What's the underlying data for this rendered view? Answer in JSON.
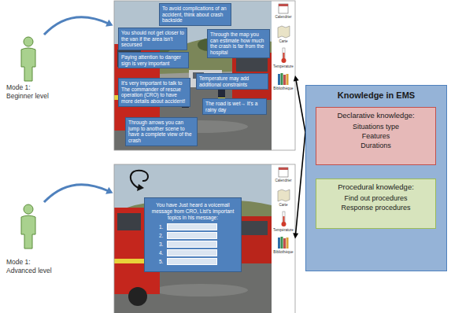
{
  "diagram": {
    "nodes": [
      {
        "text": [
          "Calendrier",
          "Carte",
          "Température",
          "Bibliothèque"
        ]
      },
      {
        "text": [
          "To avoid complications of an accident, think about crash backside"
        ],
        "in": 0
      },
      {
        "text": [
          "You should not get closer to the van if the area isn't secursed"
        ],
        "in": 0
      },
      {
        "text": [
          "Through the map you can estimate how much the crash is far from the hospital"
        ],
        "in": 0
      },
      {
        "text": [
          "Paying attention to danger sign is very important"
        ],
        "in": 0
      },
      {
        "text": [
          "Temperature may add additional constraints"
        ],
        "in": 0
      },
      {
        "text": [
          "It's very important to talk to The commander of rescue operation (CRO) to have more details about accident!"
        ],
        "in": 0
      },
      {
        "text": [
          "The road is wet→ It's a rainy day"
        ],
        "in": 0
      },
      {
        "text": [
          "Through arrows you can jump to another scene to have a complete view of the crash"
        ],
        "in": 0
      },
      {
        "text": [
          "Calendrier",
          "Carte",
          "Température",
          "Bibliothèque"
        ]
      },
      {
        "text": [
          "You have Just heard a voicemail message from CRO, List's important topics in his message:",
          "1.",
          "2.",
          "3.",
          "4.",
          "5."
        ],
        "in": 9
      },
      {
        "text": [
          "Knowledge in EMS"
        ]
      },
      {
        "text": [
          "Declarative knowledge:",
          "Situations type",
          "Features",
          "Durations"
        ],
        "in": 11
      },
      {
        "text": [
          "Procedural knowledge:",
          "Find out procedures",
          "Response procedures"
        ],
        "in": 11
      }
    ],
    "edges": [
      {
        "from": 11,
        "to": 0,
        "arrow": "to"
      },
      {
        "from": 11,
        "to": 9,
        "arrow": "to"
      }
    ],
    "labels": [
      "Mode 1: Beginner level",
      "Mode 1: Advanced level"
    ]
  }
}
